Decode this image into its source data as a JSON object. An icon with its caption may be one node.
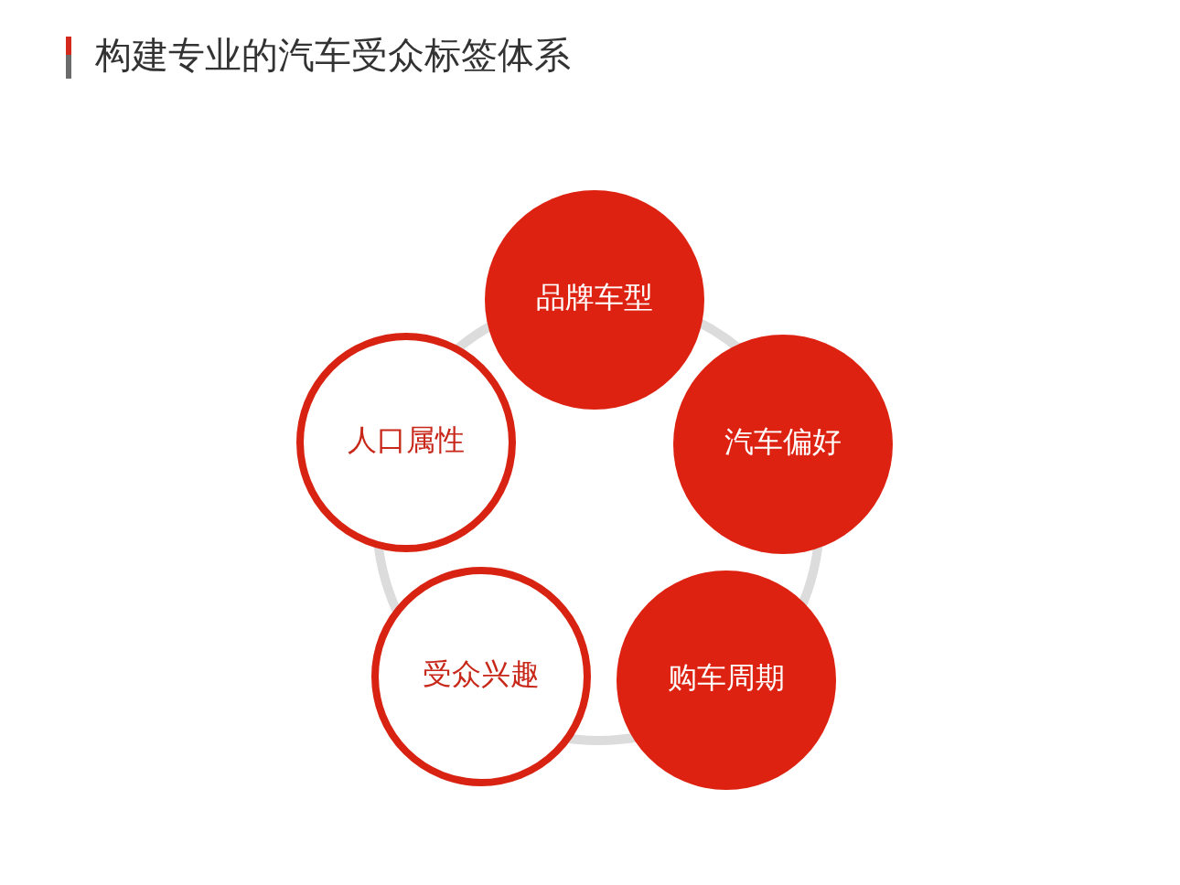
{
  "diagram": {
    "title": "构建专业的汽车受众标签体系",
    "nodes": [
      {
        "text": [
          "品牌车型"
        ]
      },
      {
        "text": [
          "人口属性"
        ]
      },
      {
        "text": [
          "汽车偏好"
        ]
      },
      {
        "text": [
          "受众兴趣"
        ]
      },
      {
        "text": [
          "购车周期"
        ]
      }
    ],
    "edges": []
  }
}
